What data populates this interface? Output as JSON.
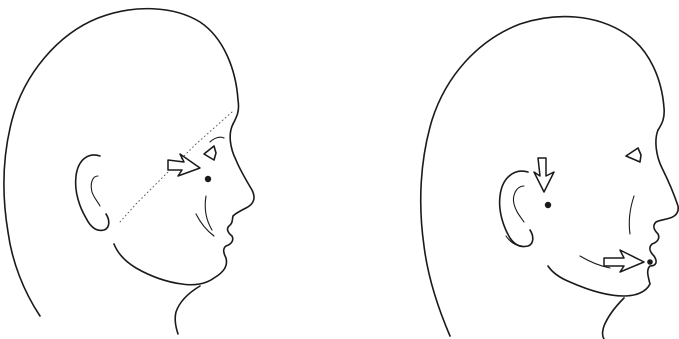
{
  "figure": {
    "background_color": "#ffffff",
    "line_color": "#1a1a1a",
    "panels": [
      {
        "view": "left-profile",
        "markers": [
          "arrow",
          "acupoint"
        ]
      },
      {
        "view": "left-profile",
        "markers": [
          "arrow",
          "acupoint",
          "arrow",
          "acupoint"
        ]
      }
    ]
  }
}
